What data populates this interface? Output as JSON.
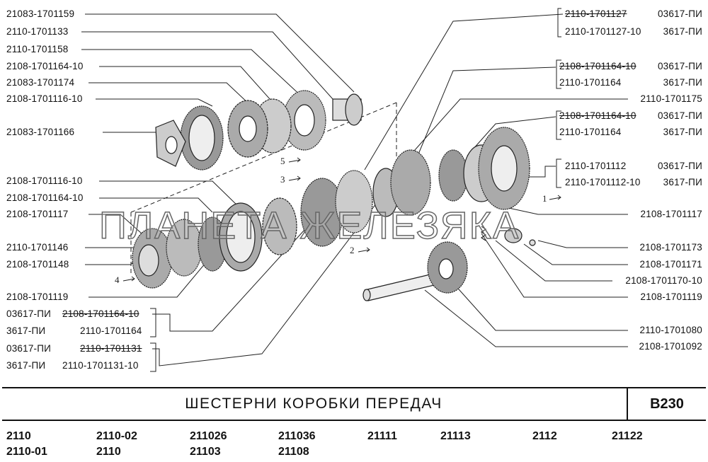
{
  "title": "ШЕСТЕРНИ КОРОБКИ ПЕРЕДАЧ",
  "code": "B230",
  "watermark": "ПЛАНЕТА ЖЕЛЕЗЯКА",
  "left_labels": [
    "21083-1701159",
    "2110-1701133",
    "2110-1701158",
    "2108-1701164-10",
    "21083-1701174",
    "2108-1701116-10",
    "21083-1701166",
    "2108-1701116-10",
    "2108-1701164-10",
    "2108-1701117",
    "2110-1701146",
    "2108-1701148",
    "2108-1701119"
  ],
  "left_pairs": [
    {
      "suffix": "03617-ПИ",
      "part": "2108-1701164-10",
      "struck": true
    },
    {
      "suffix": "3617-ПИ",
      "part": "2110-1701164",
      "struck": false
    },
    {
      "suffix": "03617-ПИ",
      "part": "2110-1701131",
      "struck": true
    },
    {
      "suffix": "3617-ПИ",
      "part": "2110-1701131-10",
      "struck": false
    }
  ],
  "right_pairs": [
    {
      "part": "2110-1701127",
      "suffix": "03617-ПИ",
      "struck": true
    },
    {
      "part": "2110-1701127-10",
      "suffix": "3617-ПИ",
      "struck": false
    },
    {
      "part": "2108-1701164-10",
      "suffix": "03617-ПИ",
      "struck": true
    },
    {
      "part": "2110-1701164",
      "suffix": "3617-ПИ",
      "struck": false
    },
    {
      "part": "2108-1701164-10",
      "suffix": "03617-ПИ",
      "struck": true
    },
    {
      "part": "2110-1701164",
      "suffix": "3617-ПИ",
      "struck": false
    },
    {
      "part": "2110-1701112",
      "suffix": "03617-ПИ",
      "struck": false
    },
    {
      "part": "2110-1701112-10",
      "suffix": "3617-ПИ",
      "struck": false
    }
  ],
  "right_labels": [
    "2110-1701175",
    "2108-1701117",
    "2108-1701173",
    "2108-1701171",
    "2108-1701170-10",
    "2108-1701119",
    "2110-1701080",
    "2108-1701092"
  ],
  "gear_markers": [
    "5",
    "3",
    "2",
    "4",
    "1"
  ],
  "models": {
    "row1": [
      "2110",
      "2110-02",
      "211026",
      "211036",
      "21111",
      "21113",
      "2112",
      "21122"
    ],
    "row2": [
      "2110-01",
      "2110",
      "21103",
      "21108"
    ]
  }
}
